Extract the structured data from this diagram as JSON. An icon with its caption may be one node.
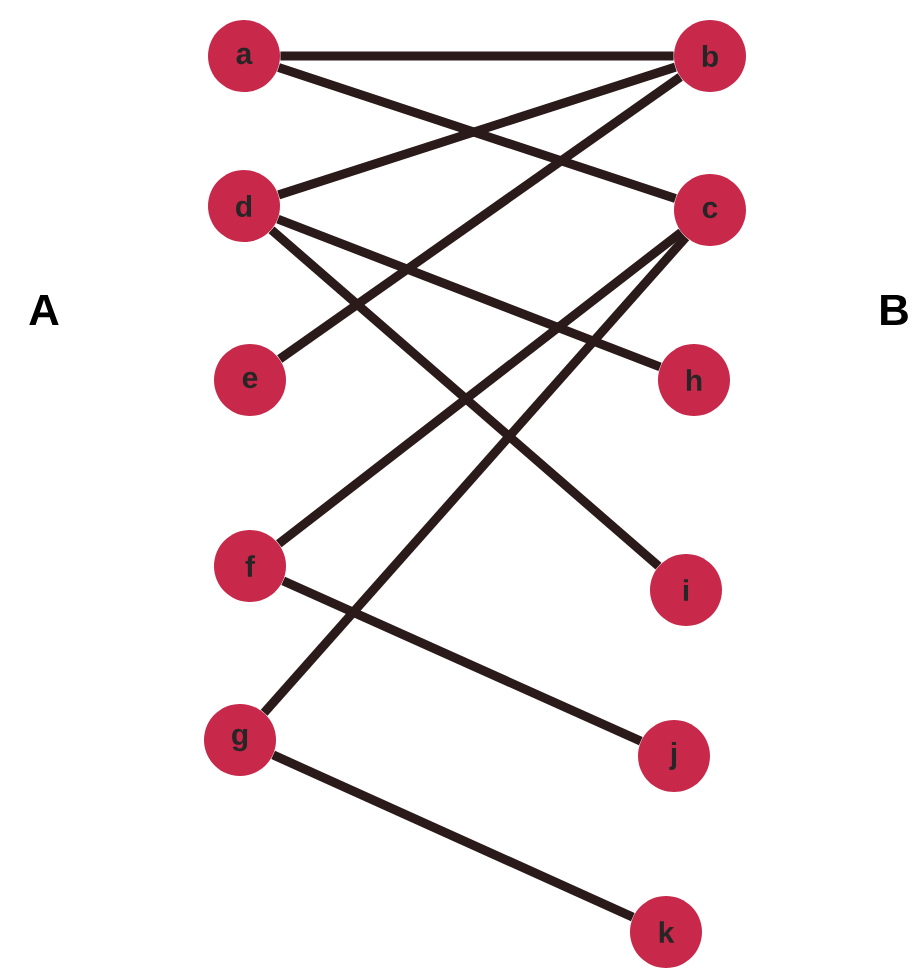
{
  "diagram": {
    "nodes": [
      {
        "text": [
          "a"
        ]
      },
      {
        "text": [
          "b"
        ]
      },
      {
        "text": [
          "d"
        ]
      },
      {
        "text": [
          "c"
        ]
      },
      {
        "text": [
          "e"
        ]
      },
      {
        "text": [
          "h"
        ]
      },
      {
        "text": [
          "f"
        ]
      },
      {
        "text": [
          "i"
        ]
      },
      {
        "text": [
          "g"
        ]
      },
      {
        "text": [
          "j"
        ]
      },
      {
        "text": [
          "k"
        ]
      }
    ],
    "edges": [
      {
        "from": 0,
        "to": 1,
        "arrow": "none"
      },
      {
        "from": 0,
        "to": 3,
        "arrow": "none"
      },
      {
        "from": 2,
        "to": 1,
        "arrow": "none"
      },
      {
        "from": 4,
        "to": 1,
        "arrow": "none"
      },
      {
        "from": 2,
        "to": 5,
        "arrow": "none"
      },
      {
        "from": 2,
        "to": 7,
        "arrow": "none"
      },
      {
        "from": 6,
        "to": 3,
        "arrow": "none"
      },
      {
        "from": 8,
        "to": 3,
        "arrow": "none"
      },
      {
        "from": 6,
        "to": 9,
        "arrow": "none"
      },
      {
        "from": 8,
        "to": 10,
        "arrow": "none"
      }
    ],
    "labels": [
      "A",
      "B"
    ]
  }
}
